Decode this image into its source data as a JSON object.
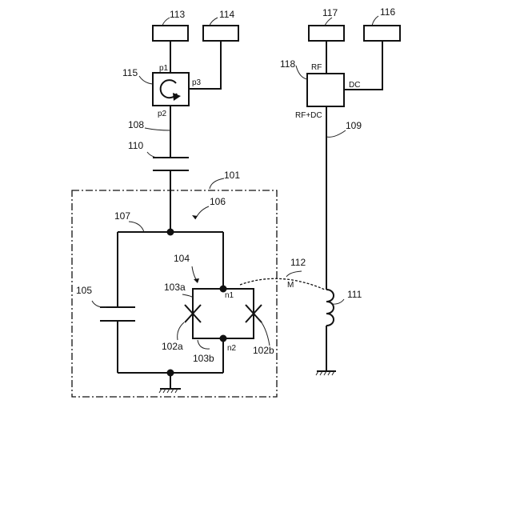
{
  "refs": {
    "r101": "101",
    "r102a": "102a",
    "r102b": "102b",
    "r103a": "103a",
    "r103b": "103b",
    "r104": "104",
    "r105": "105",
    "r106": "106",
    "r107": "107",
    "r108": "108",
    "r109": "109",
    "r110": "110",
    "r111": "111",
    "r112": "112",
    "r113": "113",
    "r114": "114",
    "r115": "115",
    "r116": "116",
    "r117": "117",
    "r118": "118"
  },
  "ports": {
    "p1": "p1",
    "p2": "p2",
    "p3": "p3",
    "rf": "RF",
    "dc": "DC",
    "rfdc": "RF+DC",
    "n1": "n1",
    "n2": "n2",
    "m": "M"
  }
}
